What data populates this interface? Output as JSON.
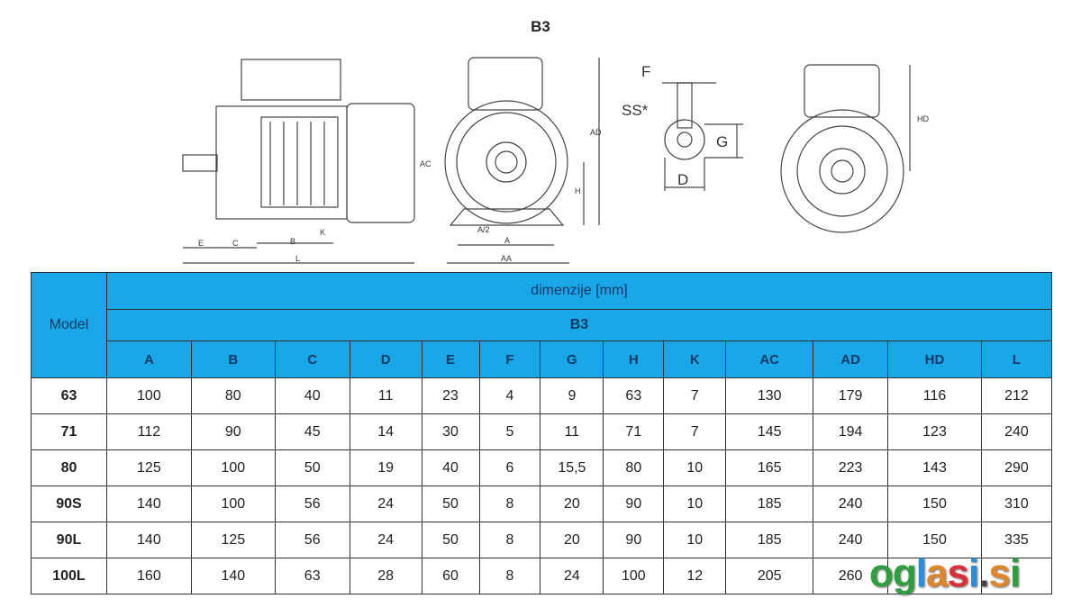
{
  "title": "B3",
  "drawing_labels": {
    "E": "E",
    "C": "C",
    "B": "B",
    "L": "L",
    "K": "K",
    "AC": "AC",
    "A2": "A/2",
    "A": "A",
    "AA": "AA",
    "H": "H",
    "AD": "AD",
    "F": "F",
    "SS": "SS*",
    "G": "G",
    "D": "D",
    "HD": "HD"
  },
  "table": {
    "model_header": "Model",
    "group_header": "dimenzije [mm]",
    "sub_header": "B3",
    "columns": [
      "A",
      "B",
      "C",
      "D",
      "E",
      "F",
      "G",
      "H",
      "K",
      "AC",
      "AD",
      "HD",
      "L"
    ],
    "rows": [
      {
        "model": "63",
        "values": [
          "100",
          "80",
          "40",
          "11",
          "23",
          "4",
          "9",
          "63",
          "7",
          "130",
          "179",
          "116",
          "212"
        ]
      },
      {
        "model": "71",
        "values": [
          "112",
          "90",
          "45",
          "14",
          "30",
          "5",
          "11",
          "71",
          "7",
          "145",
          "194",
          "123",
          "240"
        ]
      },
      {
        "model": "80",
        "values": [
          "125",
          "100",
          "50",
          "19",
          "40",
          "6",
          "15,5",
          "80",
          "10",
          "165",
          "223",
          "143",
          "290"
        ]
      },
      {
        "model": "90S",
        "values": [
          "140",
          "100",
          "56",
          "24",
          "50",
          "8",
          "20",
          "90",
          "10",
          "185",
          "240",
          "150",
          "310"
        ]
      },
      {
        "model": "90L",
        "values": [
          "140",
          "125",
          "56",
          "24",
          "50",
          "8",
          "20",
          "90",
          "10",
          "185",
          "240",
          "150",
          "335"
        ]
      },
      {
        "model": "100L",
        "values": [
          "160",
          "140",
          "63",
          "28",
          "60",
          "8",
          "24",
          "100",
          "12",
          "205",
          "260",
          "",
          "",
          ""
        ]
      }
    ]
  },
  "watermark": {
    "o": "o",
    "g": "g",
    "l": "l",
    "a": "a",
    "s": "s",
    "i": "i",
    "dot": ".",
    "s2": "s",
    "i2": "i"
  },
  "colors": {
    "header": "#1aa7e8",
    "header_text": "#103a66"
  }
}
